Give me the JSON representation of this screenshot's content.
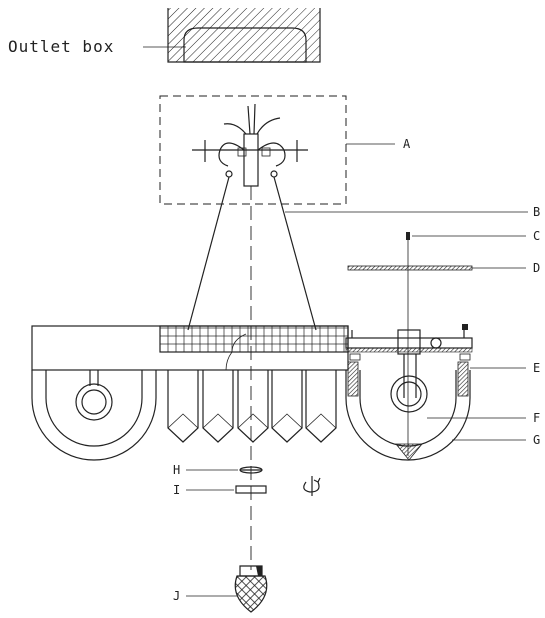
{
  "labels": {
    "outlet_box": "Outlet box",
    "A": "A",
    "B": "B",
    "C": "C",
    "D": "D",
    "E": "E",
    "F": "F",
    "G": "G",
    "H": "H",
    "I": "I",
    "J": "J"
  },
  "icons": {
    "rotate": "rotate-arrow-icon"
  },
  "colors": {
    "line": "#222222",
    "background": "#ffffff"
  }
}
